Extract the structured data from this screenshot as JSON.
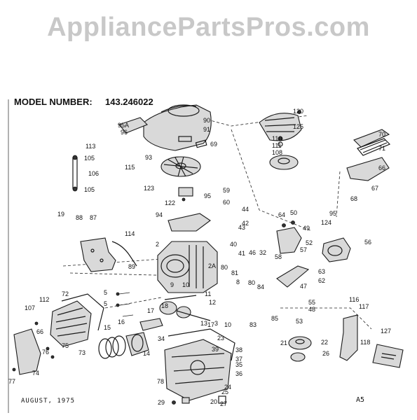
{
  "watermark": "AppliancePartsPros.com",
  "model": {
    "label": "MODEL NUMBER:",
    "value": "143.246022"
  },
  "footer": {
    "date": "AUGUST, 1975",
    "code": "A5"
  },
  "callouts": [
    "120",
    "125",
    "110",
    "111",
    "108",
    "90",
    "91",
    "95A",
    "96",
    "113",
    "93",
    "69",
    "70",
    "71",
    "66",
    "67",
    "68",
    "105",
    "106",
    "105",
    "115",
    "123",
    "122",
    "59",
    "60",
    "44",
    "42",
    "43",
    "19",
    "88",
    "87",
    "114",
    "94",
    "95",
    "64",
    "50",
    "95",
    "124",
    "56",
    "49",
    "52",
    "57",
    "58",
    "63",
    "62",
    "2",
    "41",
    "40",
    "46",
    "32",
    "89",
    "10",
    "9",
    "2A",
    "80",
    "81",
    "8",
    "80",
    "84",
    "47",
    "55",
    "48",
    "53",
    "83",
    "85",
    "5",
    "5",
    "112",
    "107",
    "72",
    "66",
    "17",
    "16",
    "15",
    "18",
    "11",
    "12",
    "13",
    "17",
    "3",
    "10",
    "34",
    "23",
    "39",
    "38",
    "37",
    "35",
    "36",
    "21",
    "22",
    "116",
    "117",
    "118",
    "127",
    "26",
    "14",
    "73",
    "76",
    "75",
    "74",
    "77",
    "78",
    "24",
    "25",
    "20",
    "27",
    "29"
  ]
}
